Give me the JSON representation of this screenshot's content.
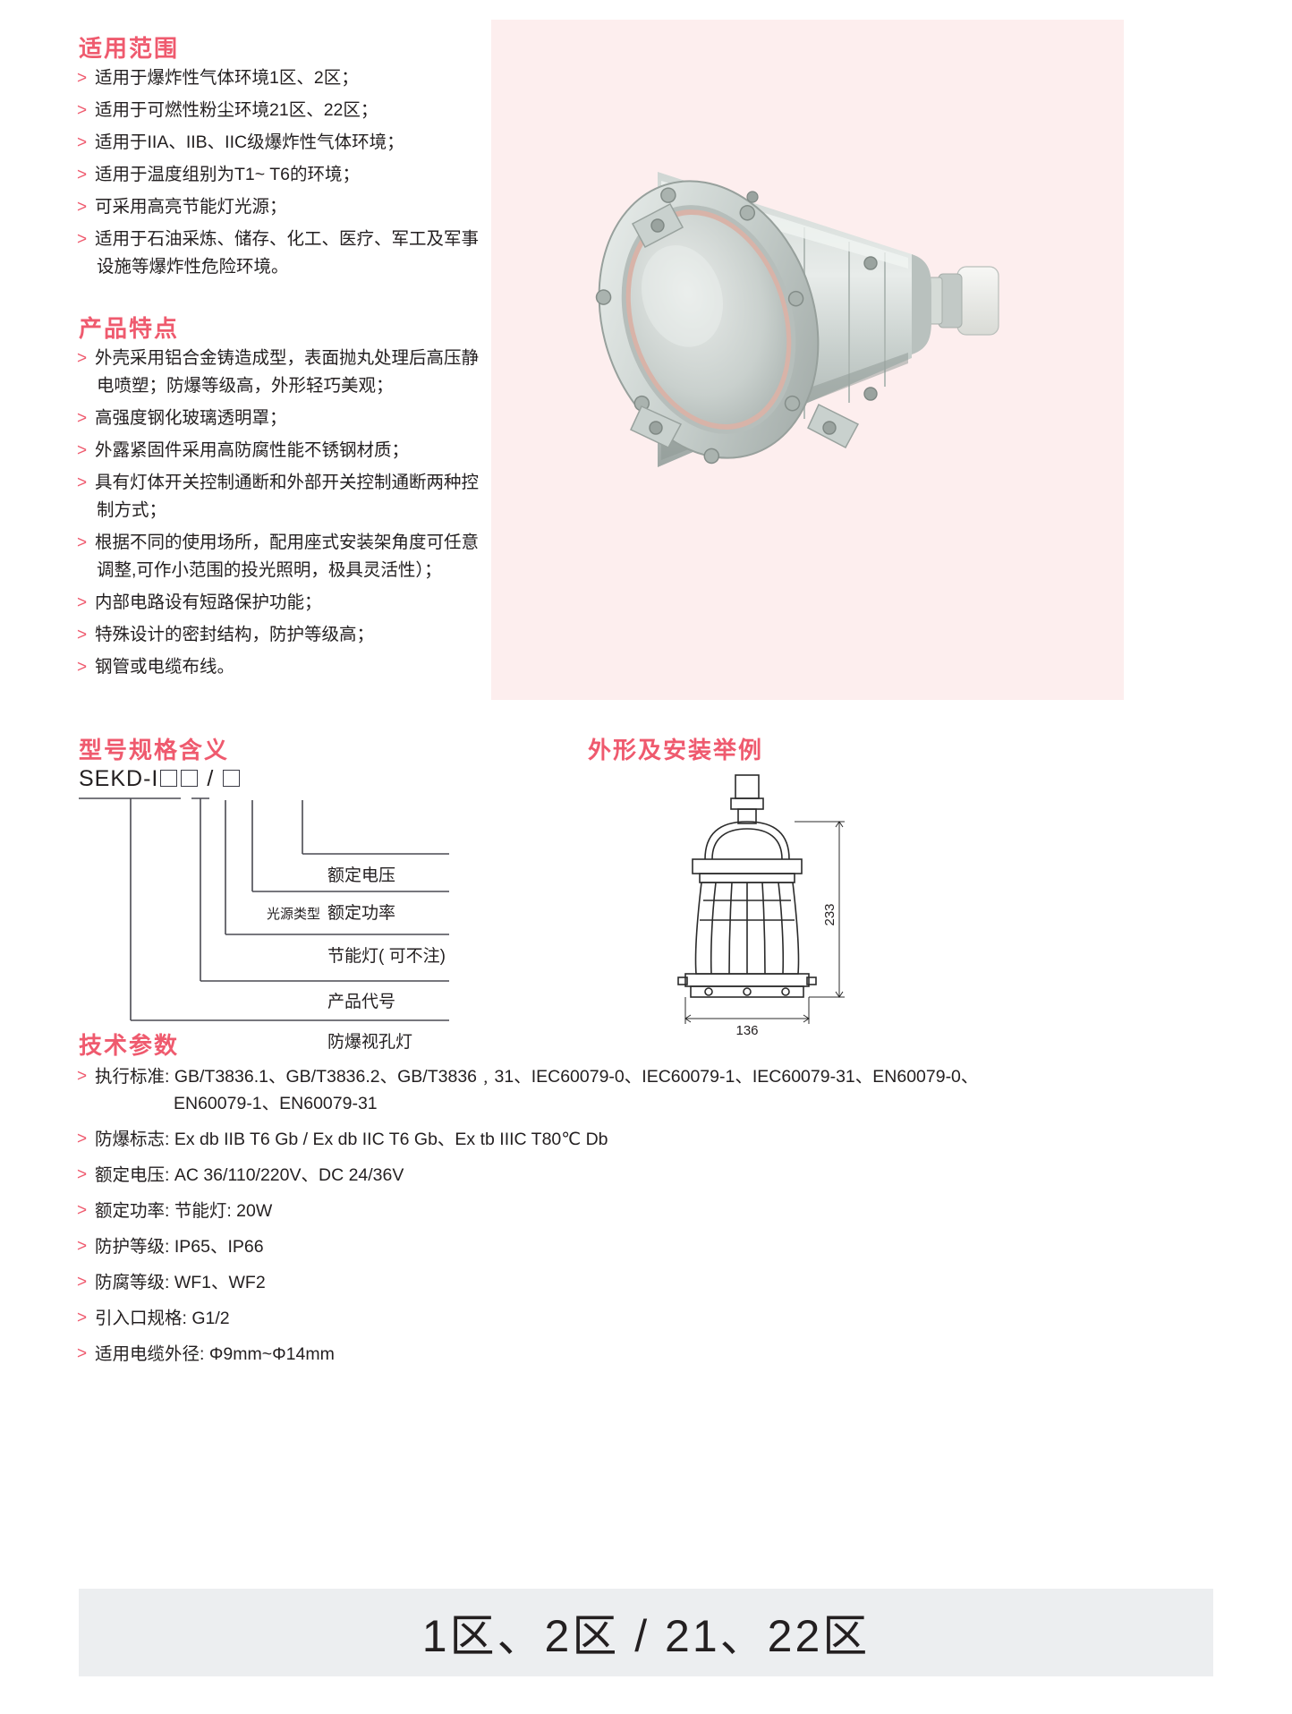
{
  "theme": {
    "accent": "#ef5a6e",
    "text": "#231f20",
    "hero_bg": "#fdeeee",
    "footer_bg": "#eceef0",
    "line": "#3c3c46"
  },
  "scope": {
    "heading": "适用范围",
    "items": [
      {
        "text": "适用于爆炸性气体环境1区、2区；"
      },
      {
        "text": "适用于可燃性粉尘环境21区、22区；"
      },
      {
        "text": "适用于IIA、IIB、IIC级爆炸性气体环境；"
      },
      {
        "text": "适用于温度组别为T1~ T6的环境；"
      },
      {
        "text": "可采用高亮节能灯光源；"
      },
      {
        "text": "适用于石油采炼、储存、化工、医疗、军工及军事",
        "text2": "设施等爆炸性危险环境。"
      }
    ]
  },
  "features": {
    "heading": "产品特点",
    "items": [
      {
        "text": "外壳采用铝合金铸造成型，表面抛丸处理后高压静",
        "text2": "电喷塑；防爆等级高，外形轻巧美观；"
      },
      {
        "text": "高强度钢化玻璃透明罩；"
      },
      {
        "text": "外露紧固件采用高防腐性能不锈钢材质；"
      },
      {
        "text": "具有灯体开关控制通断和外部开关控制通断两种控",
        "text2": "制方式；"
      },
      {
        "text": "根据不同的使用场所，配用座式安装架角度可任意",
        "text2": "调整,可作小范围的投光照明，极具灵活性）；"
      },
      {
        "text": "内部电路设有短路保护功能；"
      },
      {
        "text": "特殊设计的密封结构，防护等级高；"
      },
      {
        "text": "钢管或电缆布线。"
      }
    ]
  },
  "hero": {
    "alt_name": "explosion-proof-view-port-light-photo"
  },
  "model": {
    "heading": "型号规格含义",
    "code_prefix": "SEKD-",
    "code_i": "I",
    "code_slash": "/",
    "labels": [
      "额定电压",
      "额定功率",
      "节能灯( 可不注)",
      "产品代号",
      "防爆视孔灯"
    ],
    "inner_label": "光源类型"
  },
  "outline": {
    "heading": "外形及安装举例",
    "dim_height": "233",
    "dim_width": "136"
  },
  "tech": {
    "heading": "技术参数",
    "items": [
      {
        "text": "执行标准: GB/T3836.1、GB/T3836.2、GB/T3836﹐31、IEC60079-0、IEC60079-1、IEC60079-31、EN60079-0、",
        "text2": "EN60079-1、EN60079-31"
      },
      {
        "text": "防爆标志: Ex db IIB T6 Gb / Ex db IIC T6 Gb、Ex tb IIIC T80℃ Db"
      },
      {
        "text": "额定电压: AC 36/110/220V、DC 24/36V"
      },
      {
        "text": "额定功率: 节能灯: 20W"
      },
      {
        "text": "防护等级: IP65、IP66"
      },
      {
        "text": "防腐等级: WF1、WF2"
      },
      {
        "text": "引入口规格: G1/2"
      },
      {
        "text": "适用电缆外径: Φ9mm~Φ14mm"
      }
    ]
  },
  "footer": {
    "zones": "1区、2区 / 21、22区"
  }
}
